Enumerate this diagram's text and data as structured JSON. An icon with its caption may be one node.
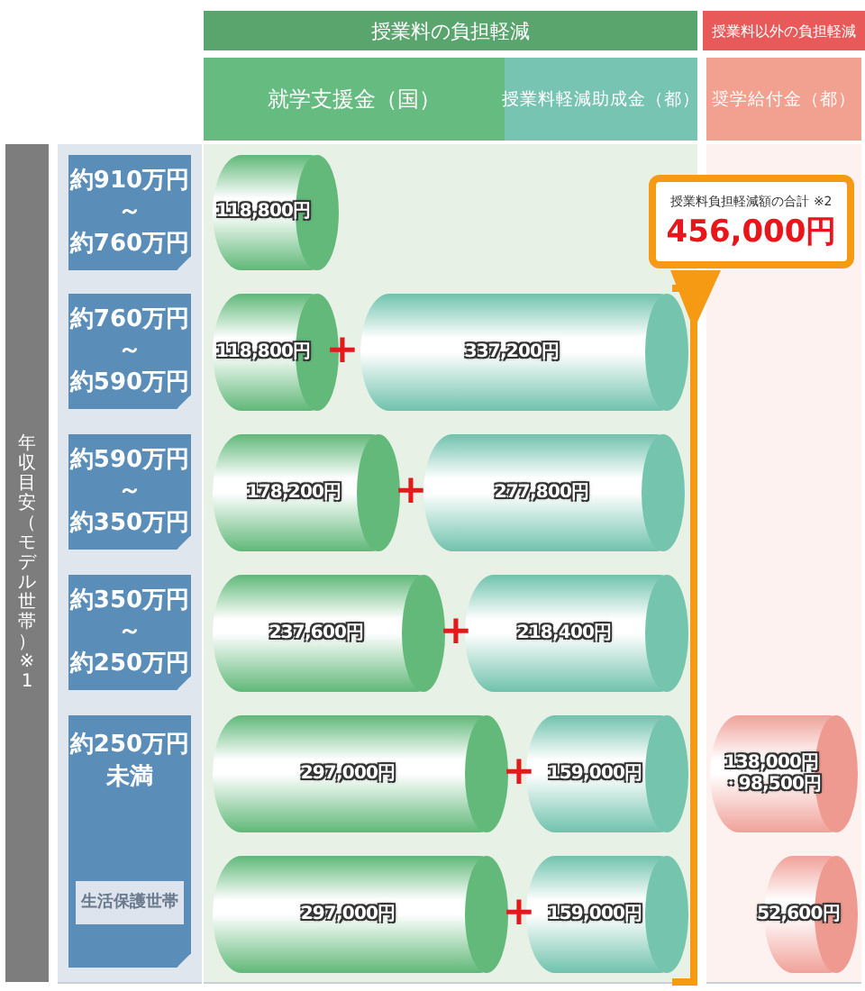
{
  "diagram": {
    "nodes": [
      {
        "text": [
          "授業料の負担軽減"
        ]
      },
      {
        "text": [
          "授業料以外の負担軽減"
        ]
      },
      {
        "text": [
          "就学支援金（国）"
        ]
      },
      {
        "text": [
          "授業料軽減助成金（都）"
        ]
      },
      {
        "text": [
          "奨学給付金（都）"
        ]
      },
      {
        "text": [
          "年収目安（モデル世帯）※1"
        ]
      },
      {
        "text": [
          "約910万円",
          "～",
          "約760万円"
        ]
      },
      {
        "text": [
          "118,800円"
        ]
      },
      {
        "text": [
          "授業料負担軽減額の合計 ※2",
          "456,000円"
        ]
      },
      {
        "text": [
          "約760万円",
          "～",
          "約590万円"
        ]
      },
      {
        "text": [
          "118,800円"
        ]
      },
      {
        "text": [
          "337,200円"
        ]
      },
      {
        "text": [
          "約590万円",
          "～",
          "約350万円"
        ]
      },
      {
        "text": [
          "178,200円"
        ]
      },
      {
        "text": [
          "277,800円"
        ]
      },
      {
        "text": [
          "約350万円",
          "～",
          "約250万円"
        ]
      },
      {
        "text": [
          "237,600円"
        ]
      },
      {
        "text": [
          "218,400円"
        ]
      },
      {
        "text": [
          "約250万円",
          "未満"
        ]
      },
      {
        "text": [
          "297,000円"
        ]
      },
      {
        "text": [
          "159,000円"
        ]
      },
      {
        "text": [
          "138,000円",
          "・98,500円"
        ]
      },
      {
        "text": [
          "生活保護世帯"
        ],
        "in": 18
      },
      {
        "text": [
          "297,000円"
        ]
      },
      {
        "text": [
          "159,000円"
        ]
      },
      {
        "text": [
          "52,600円"
        ]
      }
    ],
    "labels": [
      "+",
      "+",
      "+",
      "+",
      "+"
    ]
  }
}
